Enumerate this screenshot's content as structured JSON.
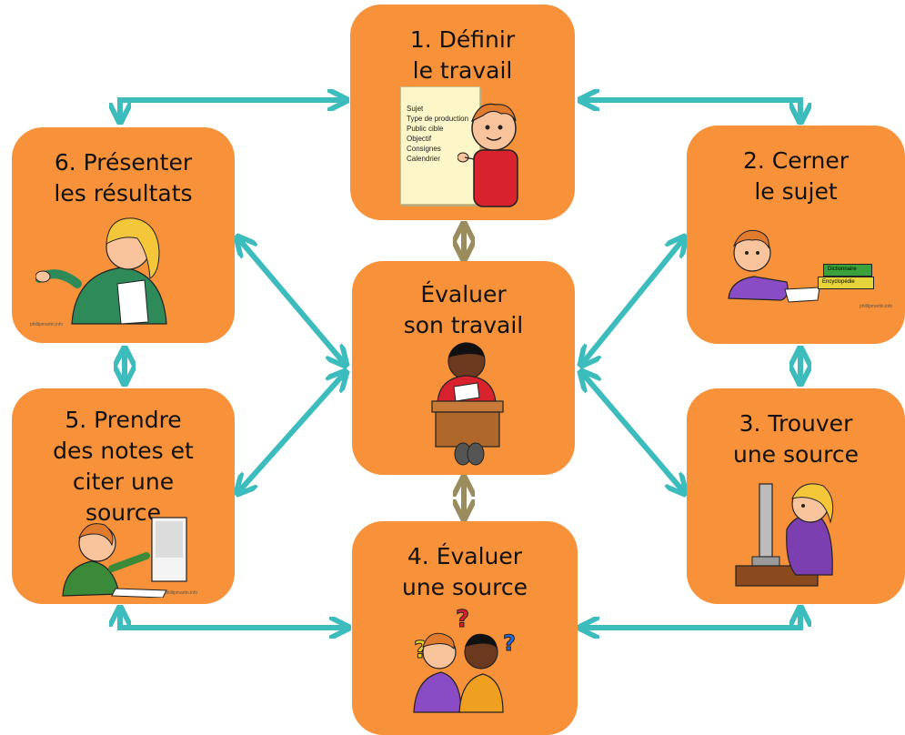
{
  "colors": {
    "box": "#f7923a",
    "arrow_teal": "#3cbcbc",
    "arrow_olive": "#9b8c5d"
  },
  "steps": {
    "define": {
      "title": "1. Définir\nle travail",
      "checklist": [
        "Sujet",
        "Type de production",
        "Public cible",
        "Objectif",
        "Consignes",
        "Calendrier"
      ]
    },
    "cerner": {
      "title": "2. Cerner\nle sujet",
      "book1": "Dictionnaire",
      "book2": "Encyclopédie"
    },
    "trouver": {
      "title": "3. Trouver\nune source"
    },
    "evaluer4": {
      "title": "4. Évaluer\nune source"
    },
    "notes": {
      "title": "5. Prendre\ndes notes et\nciter une\nsource"
    },
    "presenter": {
      "title": "6. Présenter\nles résultats"
    },
    "center": {
      "title": "Évaluer\nson travail"
    }
  },
  "credit": "phillipmartin.info",
  "icons": [
    "student-checklist-illustration",
    "student-reading-illustration",
    "student-computer-illustration",
    "students-question-illustration",
    "student-notes-illustration",
    "student-presenting-illustration",
    "student-desk-illustration"
  ]
}
